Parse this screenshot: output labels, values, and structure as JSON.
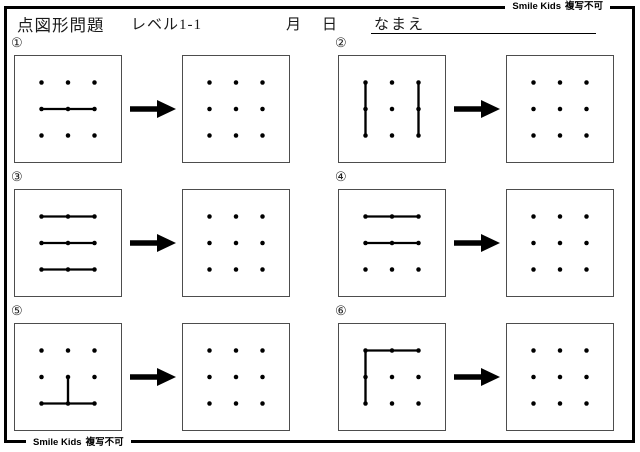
{
  "brand": {
    "name": "Smile Kids",
    "mark": "複写不可"
  },
  "header": {
    "title": "点図形問題",
    "level": "レベル1-1",
    "month_label": "月",
    "day_label": "日",
    "name_label": "なまえ",
    "name_value": ""
  },
  "grid": {
    "rows": 3,
    "cols": 3
  },
  "problems": [
    {
      "number": "①",
      "lines": [
        [
          0,
          1,
          2,
          1
        ]
      ]
    },
    {
      "number": "②",
      "lines": [
        [
          0,
          0,
          0,
          2
        ],
        [
          2,
          0,
          2,
          2
        ]
      ]
    },
    {
      "number": "③",
      "lines": [
        [
          0,
          0,
          2,
          0
        ],
        [
          0,
          1,
          2,
          1
        ],
        [
          0,
          2,
          2,
          2
        ]
      ]
    },
    {
      "number": "④",
      "lines": [
        [
          0,
          0,
          2,
          0
        ],
        [
          0,
          1,
          2,
          1
        ]
      ]
    },
    {
      "number": "⑤",
      "lines": [
        [
          0,
          2,
          2,
          2
        ],
        [
          1,
          1,
          1,
          2
        ]
      ]
    },
    {
      "number": "⑥",
      "lines": [
        [
          0,
          0,
          2,
          0
        ],
        [
          0,
          0,
          0,
          2
        ]
      ]
    }
  ]
}
